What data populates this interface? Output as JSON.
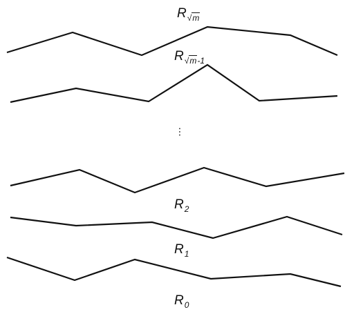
{
  "rows": [
    {
      "id": "r-sqrt-m",
      "base": "R",
      "sub_prefix": "√",
      "sub_main": "m",
      "sub_suffix": ""
    },
    {
      "id": "r-sqrt-m-minus-1",
      "base": "R",
      "sub_prefix": "√",
      "sub_main": "m",
      "sub_suffix": "-1"
    },
    {
      "id": "r-2",
      "base": "R",
      "sub_prefix": "",
      "sub_main": "2",
      "sub_suffix": ""
    },
    {
      "id": "r-1",
      "base": "R",
      "sub_prefix": "",
      "sub_main": "1",
      "sub_suffix": ""
    },
    {
      "id": "r-0",
      "base": "R",
      "sub_prefix": "",
      "sub_main": "0",
      "sub_suffix": ""
    }
  ],
  "ellipsis": "…"
}
